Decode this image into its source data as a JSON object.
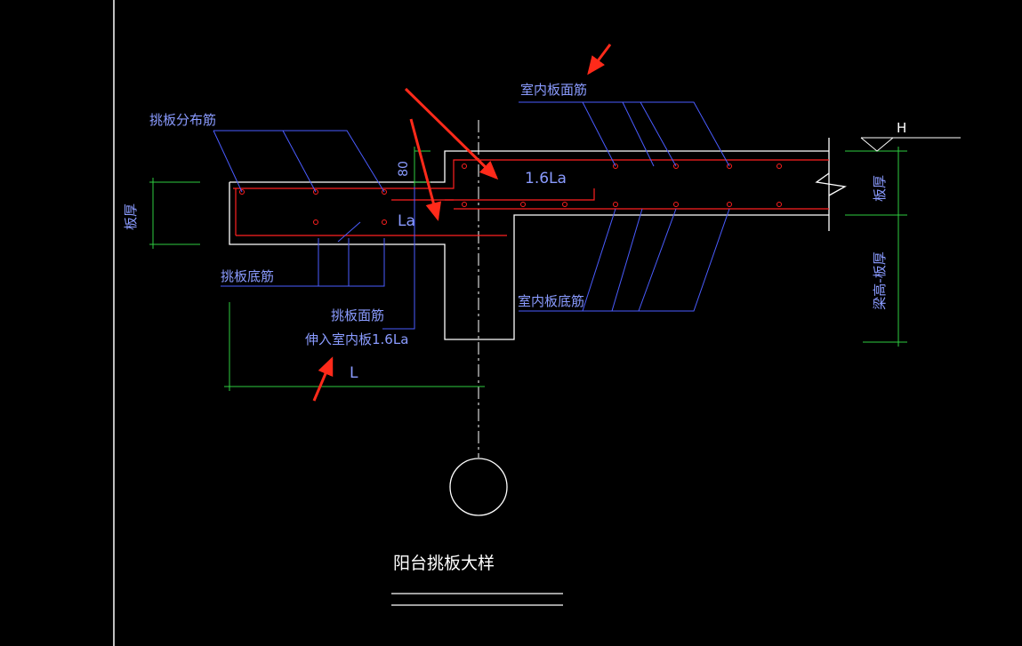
{
  "drawing": {
    "title": "阳台挑板大样",
    "labels": {
      "cantilever_distribution_bar": "挑板分布筋",
      "cantilever_bottom_bar": "挑板底筋",
      "cantilever_top_bar": "挑板面筋",
      "extend_into_slab": "伸入室内板1.6La",
      "indoor_top_bar": "室内板面筋",
      "indoor_bottom_bar": "室内板底筋",
      "slab_thickness_left": "板厚",
      "slab_thickness_right": "板厚",
      "beam_height_minus_slab": "梁高-板厚",
      "dim_80": "80",
      "dim_la": "La",
      "dim_16la": "1.6La",
      "dim_l": "L",
      "elev_h": "H"
    }
  },
  "colors": {
    "background": "#000000",
    "outline": "#ffffff",
    "rebar": "#ff2020",
    "leader": "#4a5cff",
    "label_text": "#8a9bff",
    "dimension": "#2ecc40",
    "arrow": "#ff2a1a"
  }
}
